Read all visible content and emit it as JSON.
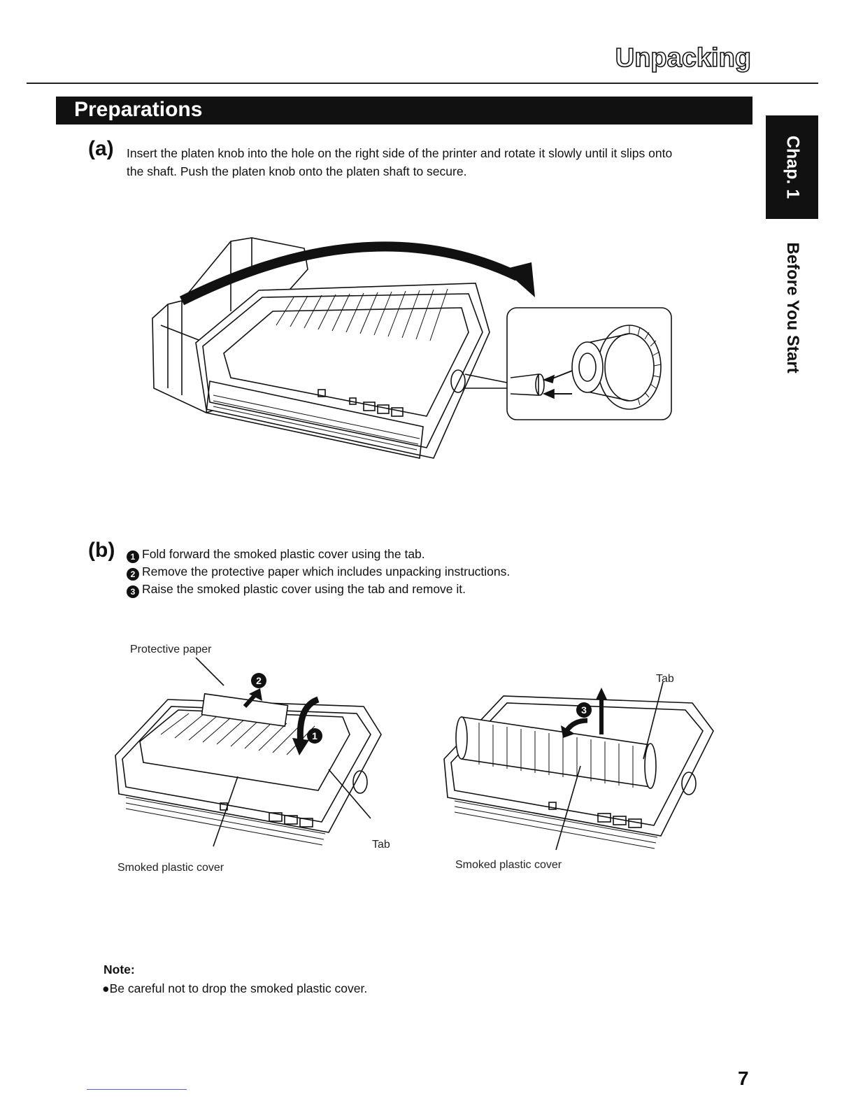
{
  "header": {
    "title": "Unpacking"
  },
  "section": {
    "title": "Preparations"
  },
  "side_tab": {
    "chapter": "Chap. 1",
    "label": "Before You Start"
  },
  "step_a": {
    "letter": "(a)",
    "line1": "Insert the platen knob into the hole on the right side of the printer and rotate it slowly until it slips onto",
    "line2": "the shaft. Push the platen knob onto the platen shaft to secure."
  },
  "step_b": {
    "letter": "(b)",
    "items": [
      {
        "num": "1",
        "text": "Fold forward the smoked plastic cover using the tab."
      },
      {
        "num": "2",
        "text": "Remove the protective paper which includes unpacking instructions."
      },
      {
        "num": "3",
        "text": "Raise the smoked plastic cover using the tab and remove it."
      }
    ]
  },
  "figure_b_left": {
    "protective_paper_label": "Protective paper",
    "tab_label": "Tab",
    "cover_label": "Smoked plastic cover",
    "markers": [
      "1",
      "2"
    ]
  },
  "figure_b_right": {
    "tab_label": "Tab",
    "cover_label": "Smoked plastic cover",
    "marker": "3"
  },
  "note": {
    "title": "Note:",
    "text": "●Be careful not to drop the smoked plastic cover."
  },
  "page_number": "7"
}
